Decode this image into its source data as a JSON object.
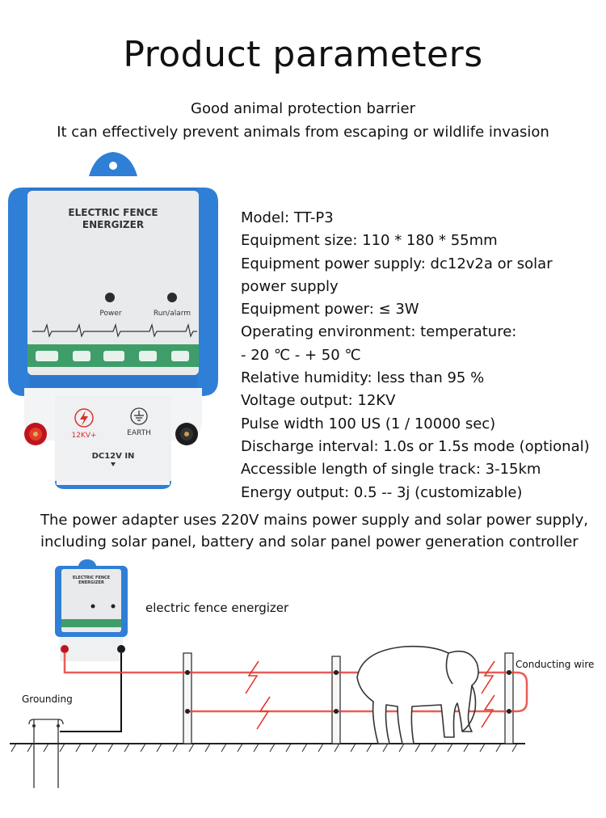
{
  "title": "Product parameters",
  "subtitle_1": "Good animal protection barrier",
  "subtitle_2": "It can effectively prevent animals from escaping or wildlife invasion",
  "params": [
    "Model: TT-P3",
    "Equipment size: 110 * 180 * 55mm",
    "Equipment power supply: dc12v2a or solar",
    "power supply",
    "Equipment power: ≤ 3W",
    "Operating environment: temperature:",
    "- 20 ℃ - + 50 ℃",
    "Relative humidity: less than 95 %",
    "Voltage output: 12KV",
    "Pulse width 100 US (1 / 10000 sec)",
    "Discharge interval: 1.0s or 1.5s mode (optional)",
    "Accessible length of single track: 3-15km",
    "Energy output: 0.5 -- 3j (customizable)"
  ],
  "adapter_line_1": "The power adapter uses 220V mains power supply and solar power supply,",
  "adapter_line_2": "including solar panel, battery and solar panel power generation controller",
  "device": {
    "label_1": "ELECTRIC FENCE",
    "label_2": "ENERGIZER",
    "power": "Power",
    "run_alarm": "Run/alarm",
    "voltage": "12KV+",
    "earth": "EARTH",
    "dc_in": "DC12V IN"
  },
  "diagram": {
    "energizer_label": "electric fence energizer",
    "grounding_label": "Grounding",
    "wire_label": "Conducting wire"
  },
  "colors": {
    "device_blue": "#2f7fd6",
    "panel_green": "#3f9d6a",
    "wire_red": "#e8403a",
    "bolt_red": "#e33c2c"
  }
}
